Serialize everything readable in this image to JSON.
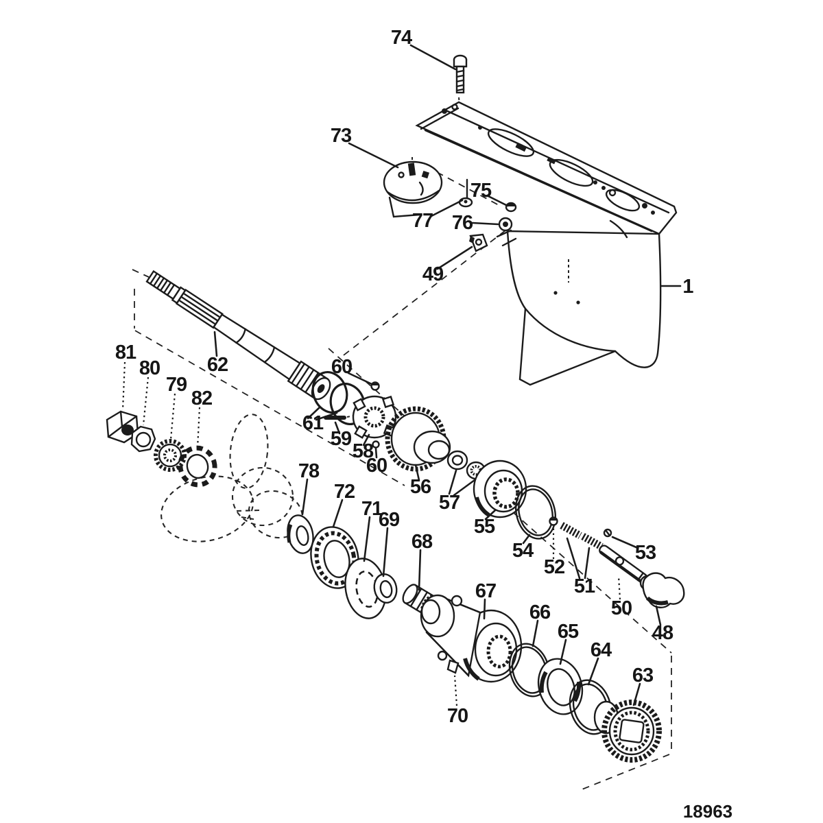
{
  "figure": {
    "drawing_number": "18963"
  },
  "callouts": {
    "n1": "1",
    "n48": "48",
    "n49": "49",
    "n50": "50",
    "n51": "51",
    "n52": "52",
    "n53": "53",
    "n54": "54",
    "n55": "55",
    "n56": "56",
    "n57": "57",
    "n58": "58",
    "n59": "59",
    "n60a": "60",
    "n60b": "60",
    "n61": "61",
    "n62": "62",
    "n63": "63",
    "n64": "64",
    "n65": "65",
    "n66": "66",
    "n67": "67",
    "n68": "68",
    "n69": "69",
    "n70": "70",
    "n71": "71",
    "n72": "72",
    "n73": "73",
    "n74": "74",
    "n75": "75",
    "n76": "76",
    "n77": "77",
    "n78": "78",
    "n79": "79",
    "n80": "80",
    "n81": "81",
    "n82": "82"
  }
}
